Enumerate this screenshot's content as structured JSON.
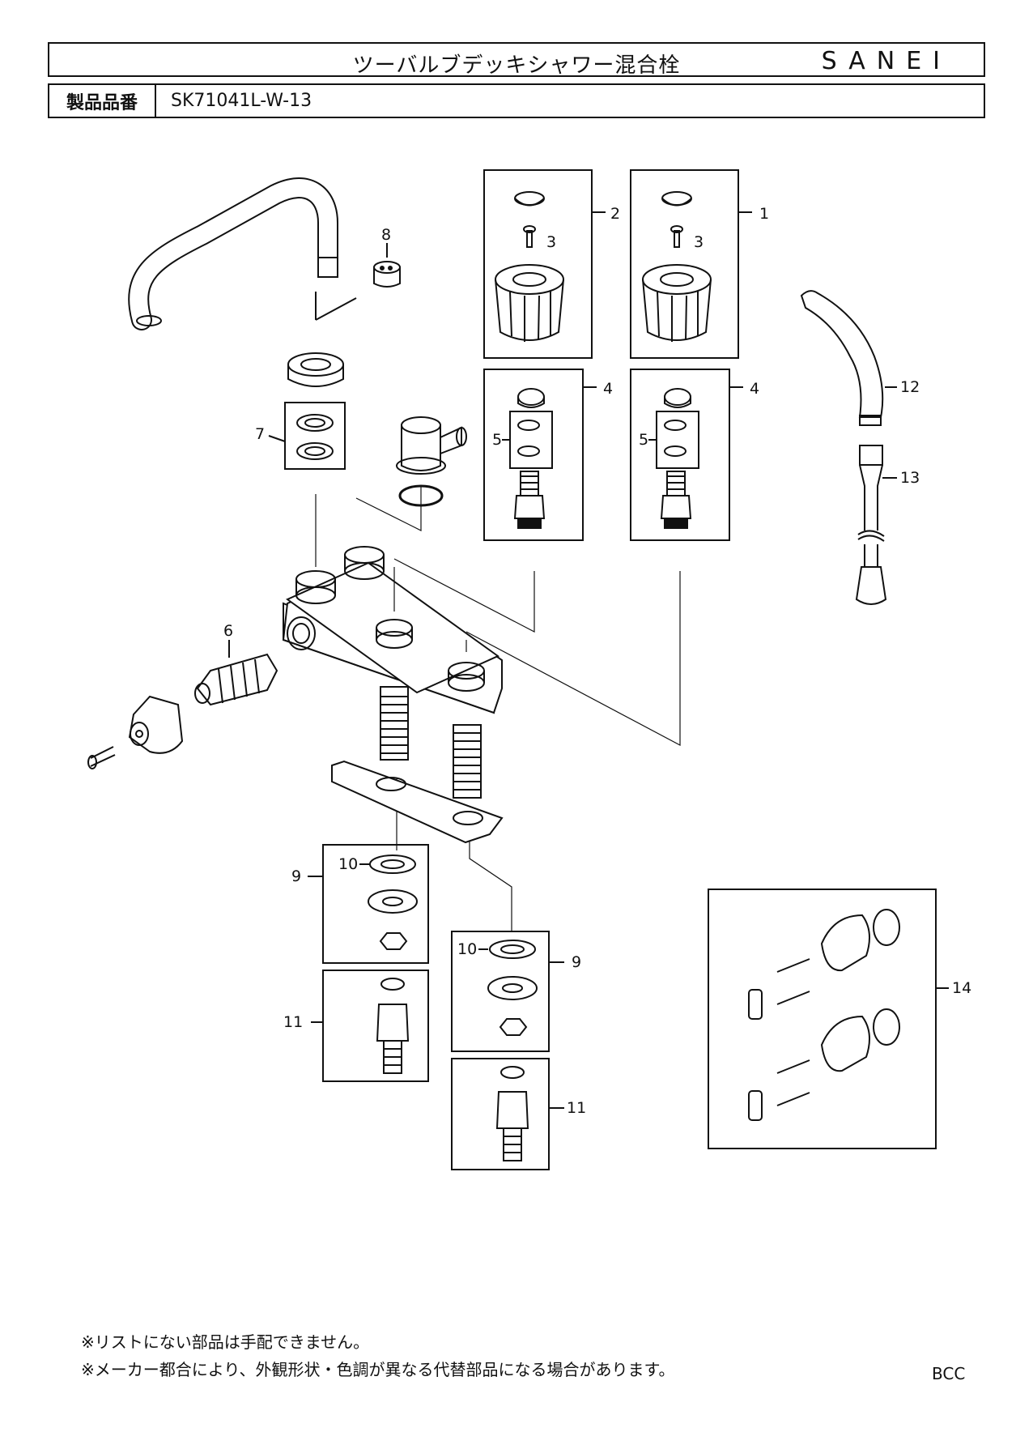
{
  "header": {
    "title": "ツーバルブデッキシャワー混合栓",
    "brand": "SANEI",
    "part_number_label": "製品品番",
    "part_number": "SK71041L-W-13"
  },
  "callouts": {
    "c1": "1",
    "c2": "2",
    "c3a": "3",
    "c3b": "3",
    "c4a": "4",
    "c4b": "4",
    "c5a": "5",
    "c5b": "5",
    "c6": "6",
    "c7": "7",
    "c8": "8",
    "c9a": "9",
    "c9b": "9",
    "c10a": "10",
    "c10b": "10",
    "c11a": "11",
    "c11b": "11",
    "c12": "12",
    "c13": "13",
    "c14": "14"
  },
  "notes": {
    "line1": "※リストにない部品は手配できません。",
    "line2": "※メーカー都合により、外観形状・色調が異なる代替部品になる場合があります。"
  },
  "doc_code": "BCC"
}
